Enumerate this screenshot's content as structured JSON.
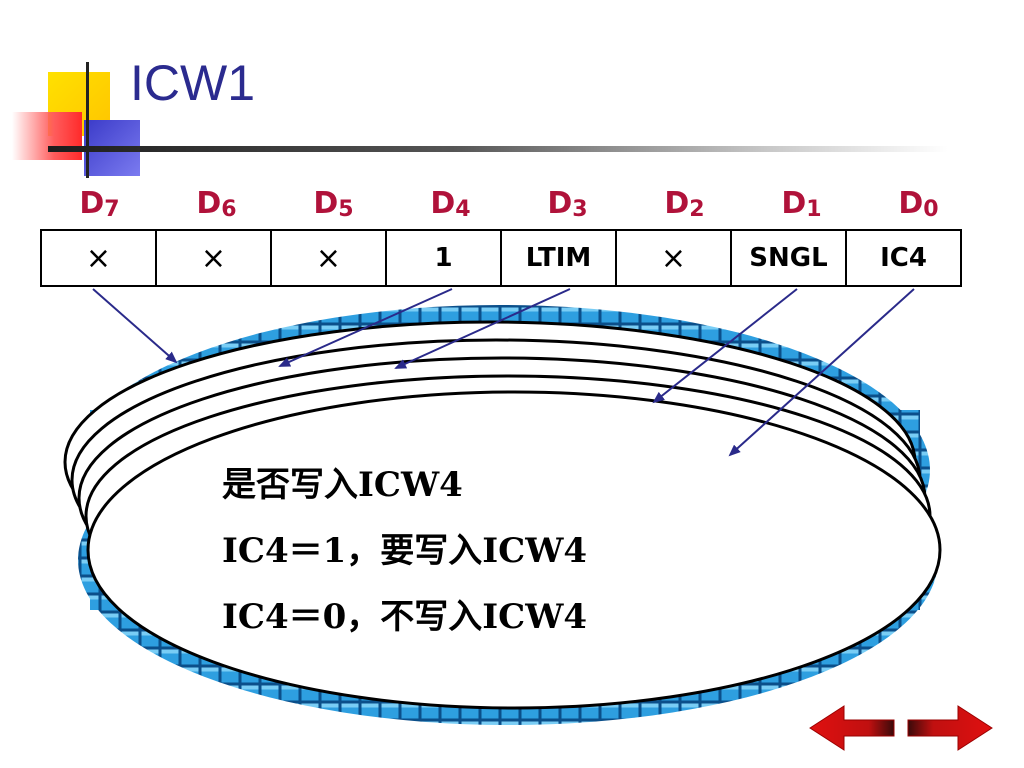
{
  "title": "ICW1",
  "register": {
    "bits": [
      {
        "name": "D",
        "index": "7",
        "value": "×"
      },
      {
        "name": "D",
        "index": "6",
        "value": "×"
      },
      {
        "name": "D",
        "index": "5",
        "value": "×"
      },
      {
        "name": "D",
        "index": "4",
        "value": "1"
      },
      {
        "name": "D",
        "index": "3",
        "value": "LTIM"
      },
      {
        "name": "D",
        "index": "2",
        "value": "×"
      },
      {
        "name": "D",
        "index": "1",
        "value": "SNGL"
      },
      {
        "name": "D",
        "index": "0",
        "value": "IC4"
      }
    ]
  },
  "description": {
    "line1": "是否写入ICW4",
    "line2": "IC4＝1，要写入ICW4",
    "line3": "IC4＝0，不写入ICW4"
  },
  "colors": {
    "title": "#2b2b8f",
    "bit_label": "#b0123a",
    "arrow": "#2a2a8a",
    "pattern_fill": "#2e9fe0",
    "nav_arrow": "#e01010"
  },
  "icons": {
    "nav_prev": "left-arrow-icon",
    "nav_next": "right-arrow-icon"
  }
}
